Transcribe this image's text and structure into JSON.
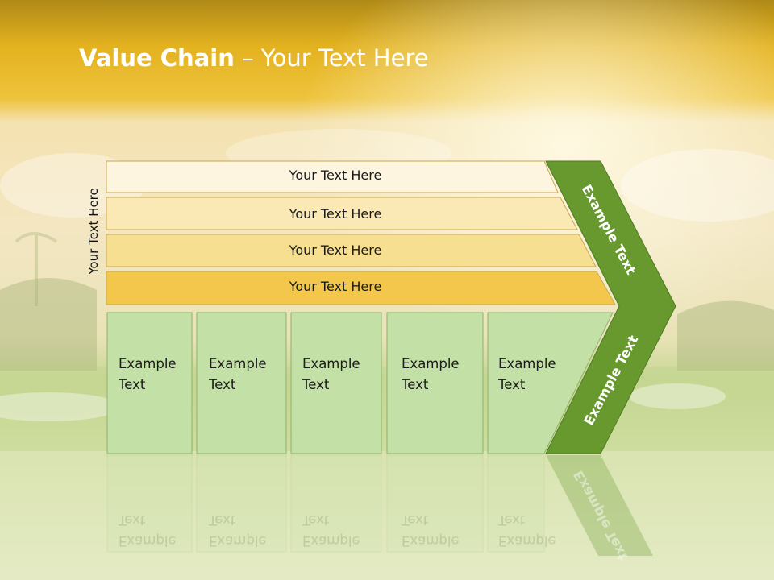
{
  "slide": {
    "title_bold": "Value Chain",
    "title_rest": " – Your Text Here",
    "vertical_label": "Your Text Here",
    "rows": [
      {
        "label": "Your Text Here",
        "color": "#fdf5e0"
      },
      {
        "label": "Your Text Here",
        "color": "#fbe9b5"
      },
      {
        "label": "Your Text Here",
        "color": "#f7df91"
      },
      {
        "label": "Your Text Here",
        "color": "#f2c74c"
      }
    ],
    "boxes": [
      {
        "line1": "Example",
        "line2": "Text"
      },
      {
        "line1": "Example",
        "line2": "Text"
      },
      {
        "line1": "Example",
        "line2": "Text"
      },
      {
        "line1": "Example",
        "line2": "Text"
      },
      {
        "line1": "Example",
        "line2": "Text"
      }
    ],
    "arrow_upper_label": "Example Text",
    "arrow_lower_label": "Example Text",
    "colors": {
      "band": "#e9b820",
      "arrow_green": "#67992f",
      "box_green": "#c3e0a6",
      "box_border": "#8fb26a",
      "row_border": "#c9a84d"
    }
  }
}
